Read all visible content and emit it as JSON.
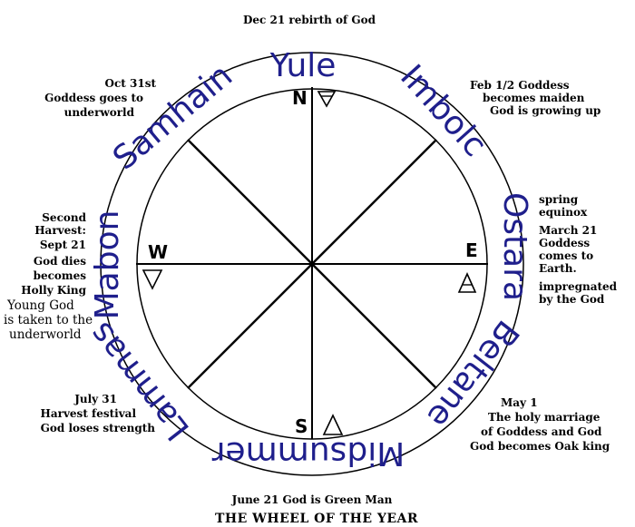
{
  "title": "THE WHEEL OF THE YEAR",
  "colors": {
    "sabbat_text": "#1f1f8c",
    "lines": "#000000",
    "background": "#ffffff"
  },
  "sabbats": {
    "yule": "Yule",
    "imbolc": "Imbolc",
    "ostara": "Ostara",
    "beltane": "Beltane",
    "midsummer": "Midsummer",
    "lammas": "Lammas",
    "mabon": "Mabon",
    "samhain": "Samhain"
  },
  "directions": {
    "north": "N",
    "east": "E",
    "south": "S",
    "west": "W"
  },
  "element_symbols": {
    "north": "earth-triangle-icon",
    "east": "air-triangle-icon",
    "south": "fire-triangle-icon",
    "west": "water-triangle-icon"
  },
  "notes": {
    "yule": [
      "Dec 21 rebirth of God"
    ],
    "imbolc": [
      "Feb 1/2 Goddess",
      "becomes maiden",
      "God is growing up"
    ],
    "ostara": [
      "spring",
      "equinox",
      "March 21",
      "Goddess",
      "comes to",
      "Earth.",
      "impregnated",
      "by the God"
    ],
    "beltane": [
      "May 1",
      "The holy marriage",
      "of Goddess and God",
      "God becomes Oak king"
    ],
    "midsummer": [
      "June 21 God is Green Man"
    ],
    "lammas": [
      "July 31",
      "Harvest festival",
      "God loses strength"
    ],
    "mabon": [
      "Second",
      "Harvest:",
      "Sept 21",
      "God dies",
      "becomes",
      "Holly King"
    ],
    "mabon_extra": [
      "Young God",
      "is taken to the",
      "underworld"
    ],
    "samhain": [
      "Oct 31st",
      "Goddess goes to",
      "underworld"
    ]
  }
}
